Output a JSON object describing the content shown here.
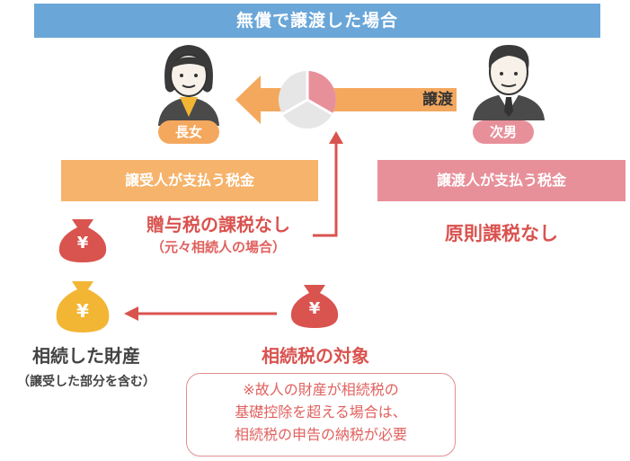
{
  "title": "無償で譲渡した場合",
  "left_person": {
    "label": "長女"
  },
  "right_person": {
    "label": "次男"
  },
  "transfer_label": "譲渡",
  "recipient_tax_header": "譲受人が支払う税金",
  "transferor_tax_header": "譲渡人が支払う税金",
  "gift_tax": {
    "main": "贈与税の課税なし",
    "sub": "（元々相続人の場合）"
  },
  "transferor_tax": "原則課税なし",
  "inherited_property": {
    "main": "相続した財産",
    "sub": "（譲受した部分を含む）"
  },
  "inheritance_tax": "相続税の対象",
  "note": {
    "line1": "※故人の財産が相続税の",
    "line2": "基礎控除を超える場合は、",
    "line3": "相続税の申告の納税が必要"
  },
  "yen_symbol": "¥",
  "colors": {
    "title_blue": "#6aa6d8",
    "orange": "#f4a85e",
    "pink": "#e8909a",
    "red": "#d9534f",
    "gold": "#f2b634",
    "gray": "#e3e3e3"
  }
}
